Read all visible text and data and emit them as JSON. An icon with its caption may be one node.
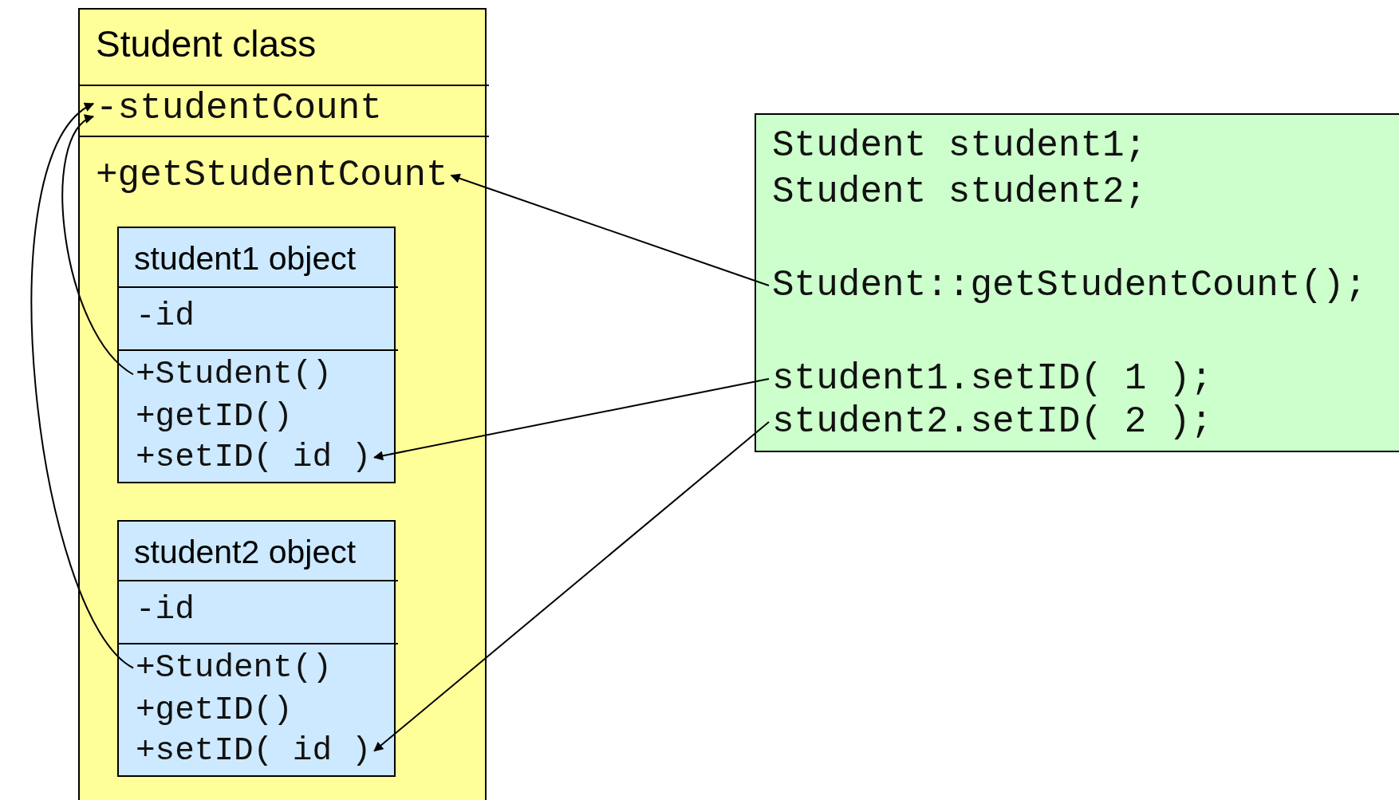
{
  "diagram": {
    "nodes": [
      {
        "text": [
          "Student class"
        ]
      },
      {
        "text": [
          "-studentCount"
        ],
        "in": 0
      },
      {
        "text": [
          "+getStudentCount"
        ],
        "in": 0
      },
      {
        "text": [
          "student1 object"
        ],
        "in": 0
      },
      {
        "text": [
          "-id"
        ],
        "in": 3
      },
      {
        "text": [
          "+Student()"
        ],
        "in": 3
      },
      {
        "text": [
          "+getID()"
        ],
        "in": 3
      },
      {
        "text": [
          "+setID( id )"
        ],
        "in": 3
      },
      {
        "text": [
          "student2 object"
        ],
        "in": 0
      },
      {
        "text": [
          "-id"
        ],
        "in": 8
      },
      {
        "text": [
          "+Student()"
        ],
        "in": 8
      },
      {
        "text": [
          "+getID()"
        ],
        "in": 8
      },
      {
        "text": [
          "+setID( id )"
        ],
        "in": 8
      },
      {
        "text": [
          "Student student1;",
          "Student student2;"
        ]
      },
      {
        "text": [
          "Student::getStudentCount();"
        ],
        "in": 13
      },
      {
        "text": [
          "student1.setID( 1 );"
        ],
        "in": 13
      },
      {
        "text": [
          "student2.setID( 2 );"
        ],
        "in": 13
      }
    ],
    "edges": [
      {
        "from": 14,
        "to": 2,
        "arrow": "to"
      },
      {
        "from": 15,
        "to": 7,
        "arrow": "to"
      },
      {
        "from": 16,
        "to": 12,
        "arrow": "to"
      },
      {
        "from": 5,
        "to": 1,
        "arrow": "to"
      },
      {
        "from": 10,
        "to": 1,
        "arrow": "to"
      }
    ]
  }
}
